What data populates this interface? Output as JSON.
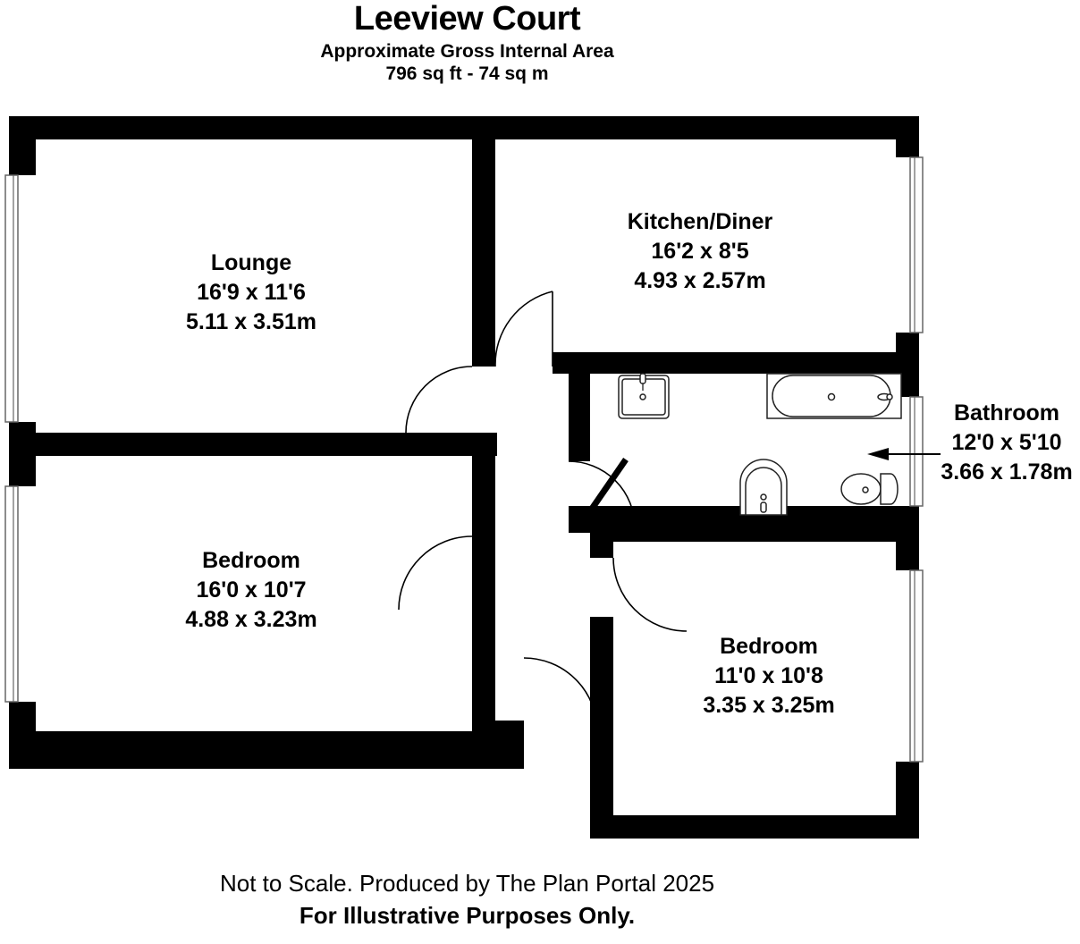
{
  "header": {
    "title": "Leeview Court",
    "subtitle": "Approximate Gross Internal Area",
    "area": "796 sq ft - 74 sq m"
  },
  "footer": {
    "line1": "Not to Scale. Produced by The Plan Portal 2025",
    "line2": "For Illustrative Purposes Only."
  },
  "rooms": [
    {
      "name": "Lounge",
      "imperial": "16'9 x 11'6",
      "metric": "5.11 x 3.51m"
    },
    {
      "name": "Kitchen/Diner",
      "imperial": "16'2 x 8'5",
      "metric": "4.93 x 2.57m"
    },
    {
      "name": "Bathroom",
      "imperial": "12'0 x 5'10",
      "metric": "3.66 x 1.78m"
    },
    {
      "name": "Bedroom",
      "imperial": "16'0 x 10'7",
      "metric": "4.88 x 3.23m"
    },
    {
      "name": "Bedroom",
      "imperial": "11'0 x 10'8",
      "metric": "3.35 x 3.25m"
    }
  ],
  "fixtures": [
    "shower-tray-icon",
    "bathtub-icon",
    "wash-basin-icon",
    "toilet-icon"
  ],
  "colors": {
    "wall": "#000000",
    "floor": "#ffffff",
    "text": "#000000",
    "door_line": "#000000"
  }
}
